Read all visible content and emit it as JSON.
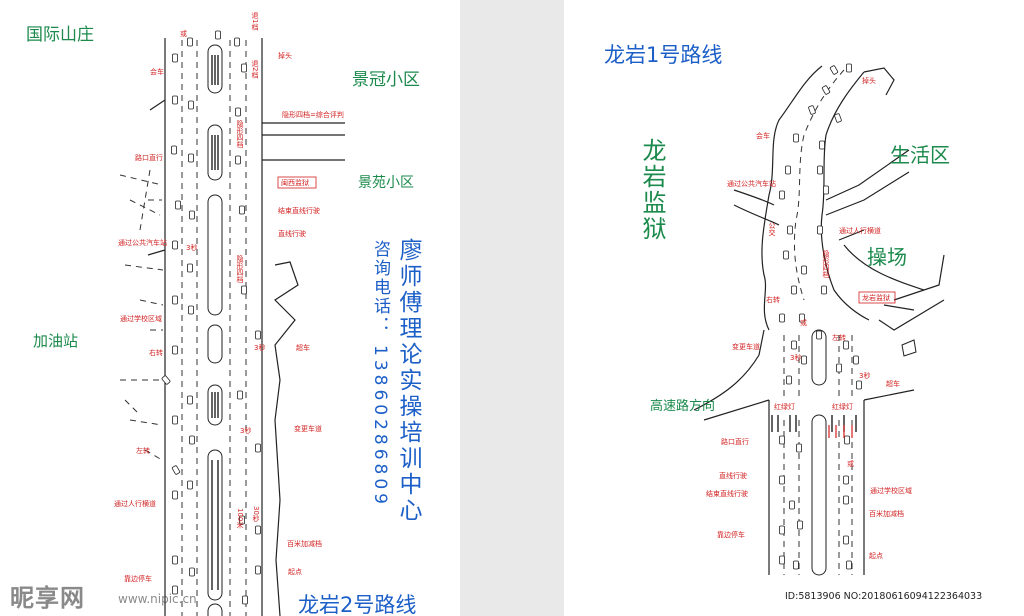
{
  "left_map": {
    "place_labels": {
      "guoji": "国际山庄",
      "jingguan": "景冠小区",
      "jingyuan": "景苑小区",
      "jiayou": "加油站"
    },
    "route_title": "龙岩2号路线",
    "school_name": "廖师傅理论实操培训中心",
    "phone_label": "咨询电话：",
    "phone_number": "13860286809",
    "red_labels": {
      "huo": "或",
      "huiche": "会车",
      "lukou": "路口直行",
      "gonggong": "通过公共汽车站",
      "xuexiao": "通过学校区域",
      "youzhuan": "右转",
      "zuozhuan": "左转",
      "renxing": "通过人行横道",
      "kaobian": "靠边停车",
      "diaotou": "掉头",
      "tui1": "退1档",
      "tui2": "退2档",
      "yinxing_ping": "隐形四档=综合评判",
      "yinxing1": "隐形四档",
      "yinxing2": "隐形四档",
      "minxi": "闽西监狱",
      "jieshu": "结束直线行驶",
      "zhixian": "直线行驶",
      "chaoche": "超车",
      "biangeng": "变更车道",
      "baimi": "百米加减档",
      "qidian": "起点",
      "s3a": "3秒",
      "s3b": "3秒",
      "s3c": "3秒",
      "m100": "100米",
      "s30": "30秒"
    }
  },
  "right_map": {
    "route_title": "龙岩1号路线",
    "place_labels": {
      "jianyu": "龙岩监狱",
      "shenghuo": "生活区",
      "caochang": "操场",
      "gaosu": "高速路方向"
    },
    "red_labels": {
      "diaotou": "掉头",
      "huiche": "会车",
      "gonggong": "通过公共汽车站",
      "renxing": "通过人行横道",
      "gongjiao": "公交",
      "yinxing": "隐形四档",
      "jianyu_box": "龙岩监狱",
      "youzhuan": "右转",
      "huo1": "或",
      "zuozhuan": "左转",
      "biangeng": "变更车道",
      "s3a": "3秒",
      "s3b": "3秒",
      "chaoche": "超车",
      "hld1": "红绿灯",
      "hld2": "红绿灯",
      "lukou": "路口直行",
      "zhixian": "直线行驶",
      "jieshu": "结束直线行驶",
      "kaobian": "靠边停车",
      "huo2": "或",
      "xuexiao": "通过学校区域",
      "baimi": "百米加减档",
      "qidian": "起点"
    }
  },
  "watermark": {
    "logo": "昵享网",
    "url": "www.nipic.cn",
    "id_text": "ID:5813906 NO:20180616094122364033"
  }
}
